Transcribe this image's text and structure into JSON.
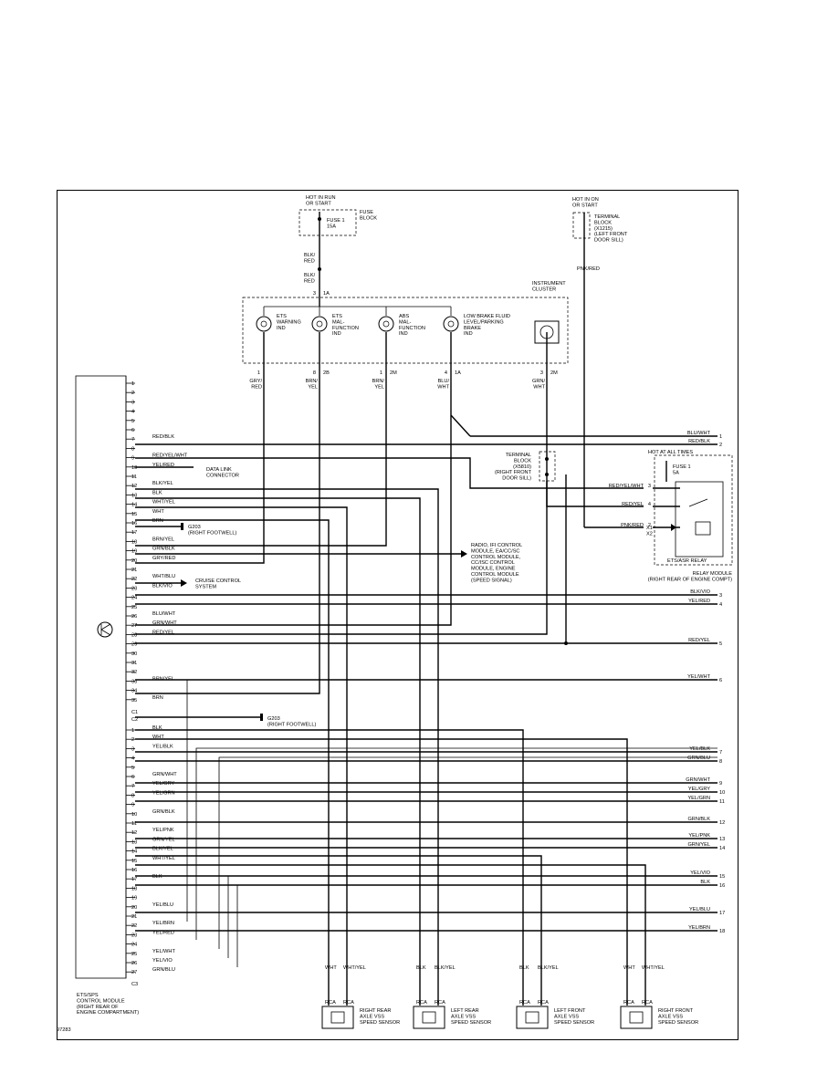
{
  "fuse_block": {
    "hot": "HOT IN RUN\nOR START",
    "fuse": "FUSE 1\n15A",
    "label": "FUSE\nBLOCK",
    "wire_top": "BLK/\nRED",
    "wire_bot": "BLK/\nRED",
    "pin": "3",
    "conn": "1A"
  },
  "terminal_block_top": {
    "hot": "HOT IN ON\nOR START",
    "label": "TERMINAL\nBLOCK\n(X1215)\n(LEFT FRONT\nDOOR SILL)",
    "wire": "PNK/RED"
  },
  "instrument_cluster": {
    "title": "INSTRUMENT\nCLUSTER",
    "lamps": [
      {
        "label": "ETS\nWARNING\nIND",
        "pin": "1",
        "conn": "",
        "wire": "GRY/\nRED"
      },
      {
        "label": "ETS\nMAL-\nFUNCTION\nIND",
        "pin": "8",
        "conn": "2B",
        "wire": "BRN/\nYEL"
      },
      {
        "label": "ABS\nMAL-\nFUNCTION\nIND",
        "pin": "1",
        "conn": "2M",
        "wire": "BRN/\nYEL"
      },
      {
        "label": "LOW BRAKE FLUID\nLEVEL/PARKING\nBRAKE\nIND",
        "pin": "4",
        "conn": "1A",
        "wire": "BLU/\nWHT"
      },
      {
        "label": "",
        "pin": "3",
        "conn": "2M",
        "wire": "GRN/\nWHT"
      }
    ]
  },
  "terminal_block_right": {
    "label": "TERMINAL\nBLOCK\n(X5810)\n(RIGHT FRONT\nDOOR SILL)"
  },
  "relay_module": {
    "hot": "HOT AT ALL TIMES",
    "fuse": "FUSE 1\n5A",
    "label": "RELAY MODULE\n(RIGHT REAR OF ENGINE COMPT)",
    "relay": "ETS/ASR RELAY",
    "inputs": [
      {
        "wire": "RED/YEL/WHT",
        "pin": "3"
      },
      {
        "wire": "RED/YEL",
        "pin": "4"
      },
      {
        "wire": "PNK/RED",
        "pin": "2"
      }
    ],
    "side": "X1\nX2"
  },
  "callouts": {
    "data_link": "DATA LINK\nCONNECTOR",
    "ground1": "G203\n(RIGHT FOOTWELL)",
    "radio": "RADIO, IFI CONTROL\nMODULE, EA/CC/SC\nCONTROL MODULE,\nCC/ISC CONTROL\nMODULE, ENGINE\nCONTROL MODULE\n(SPEED SIGNAL)",
    "cruise": "CRUISE CONTROL\nSYSTEM",
    "ground2": "G203\n(RIGHT FOOTWELL)"
  },
  "control_module": {
    "label": "ETS/SPS\nCONTROL MODULE\n(RIGHT REAR OF\nENGINE COMPARTMENT)",
    "c1": "C1",
    "c2": "C2",
    "c3": "C3",
    "figure_no": "97283",
    "c1_pins": [
      {
        "n": "1",
        "w": ""
      },
      {
        "n": "2",
        "w": ""
      },
      {
        "n": "3",
        "w": ""
      },
      {
        "n": "4",
        "w": ""
      },
      {
        "n": "5",
        "w": ""
      },
      {
        "n": "6",
        "w": ""
      },
      {
        "n": "7",
        "w": "RED/BLK"
      },
      {
        "n": "8",
        "w": ""
      },
      {
        "n": "9",
        "w": "RED/YEL/WHT"
      },
      {
        "n": "10",
        "w": "YEL/RED"
      },
      {
        "n": "11",
        "w": ""
      },
      {
        "n": "12",
        "w": "BLK/YEL"
      },
      {
        "n": "13",
        "w": "BLK"
      },
      {
        "n": "14",
        "w": "WHT/YEL"
      },
      {
        "n": "15",
        "w": "WHT"
      },
      {
        "n": "16",
        "w": "BRN"
      },
      {
        "n": "17",
        "w": ""
      },
      {
        "n": "18",
        "w": "BRN/YEL"
      },
      {
        "n": "19",
        "w": "GRN/BLK"
      },
      {
        "n": "20",
        "w": "GRY/RED"
      },
      {
        "n": "21",
        "w": ""
      },
      {
        "n": "22",
        "w": "WHT/BLU"
      },
      {
        "n": "23",
        "w": "BLK/VIO"
      },
      {
        "n": "24",
        "w": ""
      },
      {
        "n": "25",
        "w": ""
      },
      {
        "n": "26",
        "w": "BLU/WHT"
      },
      {
        "n": "27",
        "w": "GRN/WHT"
      },
      {
        "n": "28",
        "w": "RED/YEL"
      },
      {
        "n": "29",
        "w": ""
      },
      {
        "n": "30",
        "w": ""
      },
      {
        "n": "31",
        "w": ""
      },
      {
        "n": "32",
        "w": ""
      },
      {
        "n": "33",
        "w": "BRN/YEL"
      },
      {
        "n": "34",
        "w": ""
      },
      {
        "n": "35",
        "w": "BRN"
      }
    ],
    "c2_pins": [
      {
        "n": "1",
        "w": "BLK"
      },
      {
        "n": "2",
        "w": "WHT"
      },
      {
        "n": "3",
        "w": "YEL/BLK"
      },
      {
        "n": "4",
        "w": ""
      },
      {
        "n": "5",
        "w": ""
      },
      {
        "n": "6",
        "w": "GRN/WHT"
      },
      {
        "n": "7",
        "w": "YEL/GRY"
      },
      {
        "n": "8",
        "w": "YEL/GRN"
      },
      {
        "n": "9",
        "w": ""
      },
      {
        "n": "10",
        "w": "GRN/BLK"
      },
      {
        "n": "11",
        "w": ""
      },
      {
        "n": "12",
        "w": "YEL/PNK"
      },
      {
        "n": "13",
        "w": "GRN/YEL"
      },
      {
        "n": "14",
        "w": "BLK/YEL"
      },
      {
        "n": "15",
        "w": "WHT/YEL"
      },
      {
        "n": "16",
        "w": ""
      },
      {
        "n": "17",
        "w": "BLK"
      },
      {
        "n": "18",
        "w": ""
      },
      {
        "n": "19",
        "w": ""
      },
      {
        "n": "20",
        "w": "YEL/BLU"
      },
      {
        "n": "21",
        "w": ""
      },
      {
        "n": "22",
        "w": "YEL/BRN"
      },
      {
        "n": "23",
        "w": "YEL/RED"
      },
      {
        "n": "24",
        "w": ""
      },
      {
        "n": "25",
        "w": "YEL/WHT"
      },
      {
        "n": "26",
        "w": "YEL/VIO"
      },
      {
        "n": "27",
        "w": "GRN/BLU"
      }
    ]
  },
  "right_bus": [
    {
      "wire": "BLU/WHT",
      "n": "1"
    },
    {
      "wire": "RED/BLK",
      "n": "2"
    },
    {
      "wire": "BLK/VIO",
      "n": "3"
    },
    {
      "wire": "YEL/RED",
      "n": "4"
    },
    {
      "wire": "RED/YEL",
      "n": "5"
    },
    {
      "wire": "YEL/WHT",
      "n": "6"
    },
    {
      "wire": "YEL/BLK",
      "n": "7"
    },
    {
      "wire": "GRN/BLU",
      "n": "8"
    },
    {
      "wire": "GRN/WHT",
      "n": "9"
    },
    {
      "wire": "YEL/GRY",
      "n": "10"
    },
    {
      "wire": "YEL/GRN",
      "n": "11"
    },
    {
      "wire": "GRN/BLK",
      "n": "12"
    },
    {
      "wire": "YEL/PNK",
      "n": "13"
    },
    {
      "wire": "GRN/YEL",
      "n": "14"
    },
    {
      "wire": "YEL/VIO",
      "n": "15"
    },
    {
      "wire": "BLK",
      "n": "16"
    },
    {
      "wire": "YEL/BLU",
      "n": "17"
    },
    {
      "wire": "YEL/BRN",
      "n": "18"
    }
  ],
  "sensors": [
    {
      "label": "RIGHT REAR\nAXLE VSS\nSPEED SENSOR",
      "w1": "WHT",
      "w2": "WHT/YEL",
      "conn": "RCA"
    },
    {
      "label": "LEFT REAR\nAXLE VSS\nSPEED SENSOR",
      "w1": "BLK",
      "w2": "BLK/YEL",
      "conn": "RCA"
    },
    {
      "label": "LEFT FRONT\nAXLE VSS\nSPEED SENSOR",
      "w1": "BLK",
      "w2": "BLK/YEL",
      "conn": "RCA"
    },
    {
      "label": "RIGHT FRONT\nAXLE VSS\nSPEED SENSOR",
      "w1": "WHT",
      "w2": "WHT/YEL",
      "conn": "RCA"
    }
  ]
}
